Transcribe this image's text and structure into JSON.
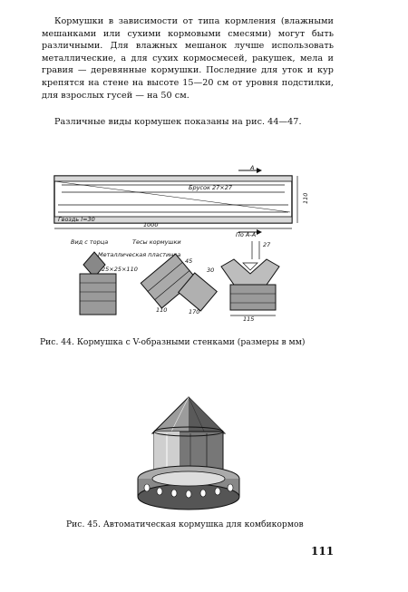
{
  "paragraphs": [
    "Кормушки в зависимости от типа кормления (влажными мешанками или сухими кормовыми смесями) могут быть различными. Для влажных мешанок лучше использовать металлические, а для сухих кормосмесей, ракушек, мела и гравия — деревянные кормушки. Последние для уток и кур крепятся на стене на высоте 15—20 см от уровня подстилки, для взрослых гусей — на 50 см.",
    "Различные виды кормушек показаны на рис. 44—47."
  ],
  "figure44": {
    "labels": {
      "section_mark": "А",
      "bar": "Брусок 27×27",
      "board": "Гвоздь l=30",
      "length": "1000",
      "height": "110",
      "end_view": "Вид с торца",
      "metal_plate": "Металлическая пластинка",
      "plate_size": "25×25×110",
      "joint": "Тесы кормушки",
      "section": "По А-А",
      "dim_27": "27",
      "dim_45": "45",
      "dim_30": "30",
      "dim_110": "110",
      "dim_170": "170",
      "dim_115": "115"
    },
    "caption": "Рис. 44. Кормушка с V-образными стенками (размеры в мм)"
  },
  "figure45": {
    "caption": "Рис. 45. Автоматическая кормушка для комбикормов"
  },
  "page_number": "111"
}
